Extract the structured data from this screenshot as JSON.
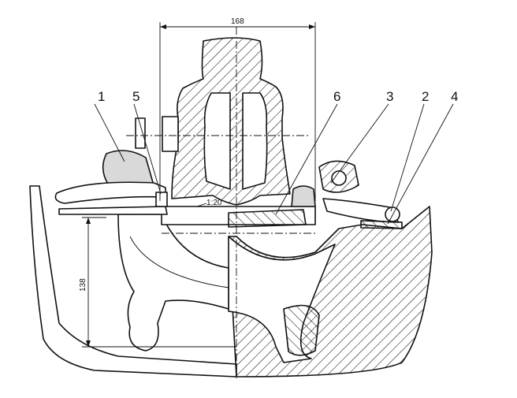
{
  "labels": {
    "part1": "1",
    "part2": "2",
    "part3": "3",
    "part4": "4",
    "part5": "5",
    "part6": "6"
  },
  "dimensions": {
    "width": "168",
    "height": "138",
    "slope": "1:20"
  }
}
